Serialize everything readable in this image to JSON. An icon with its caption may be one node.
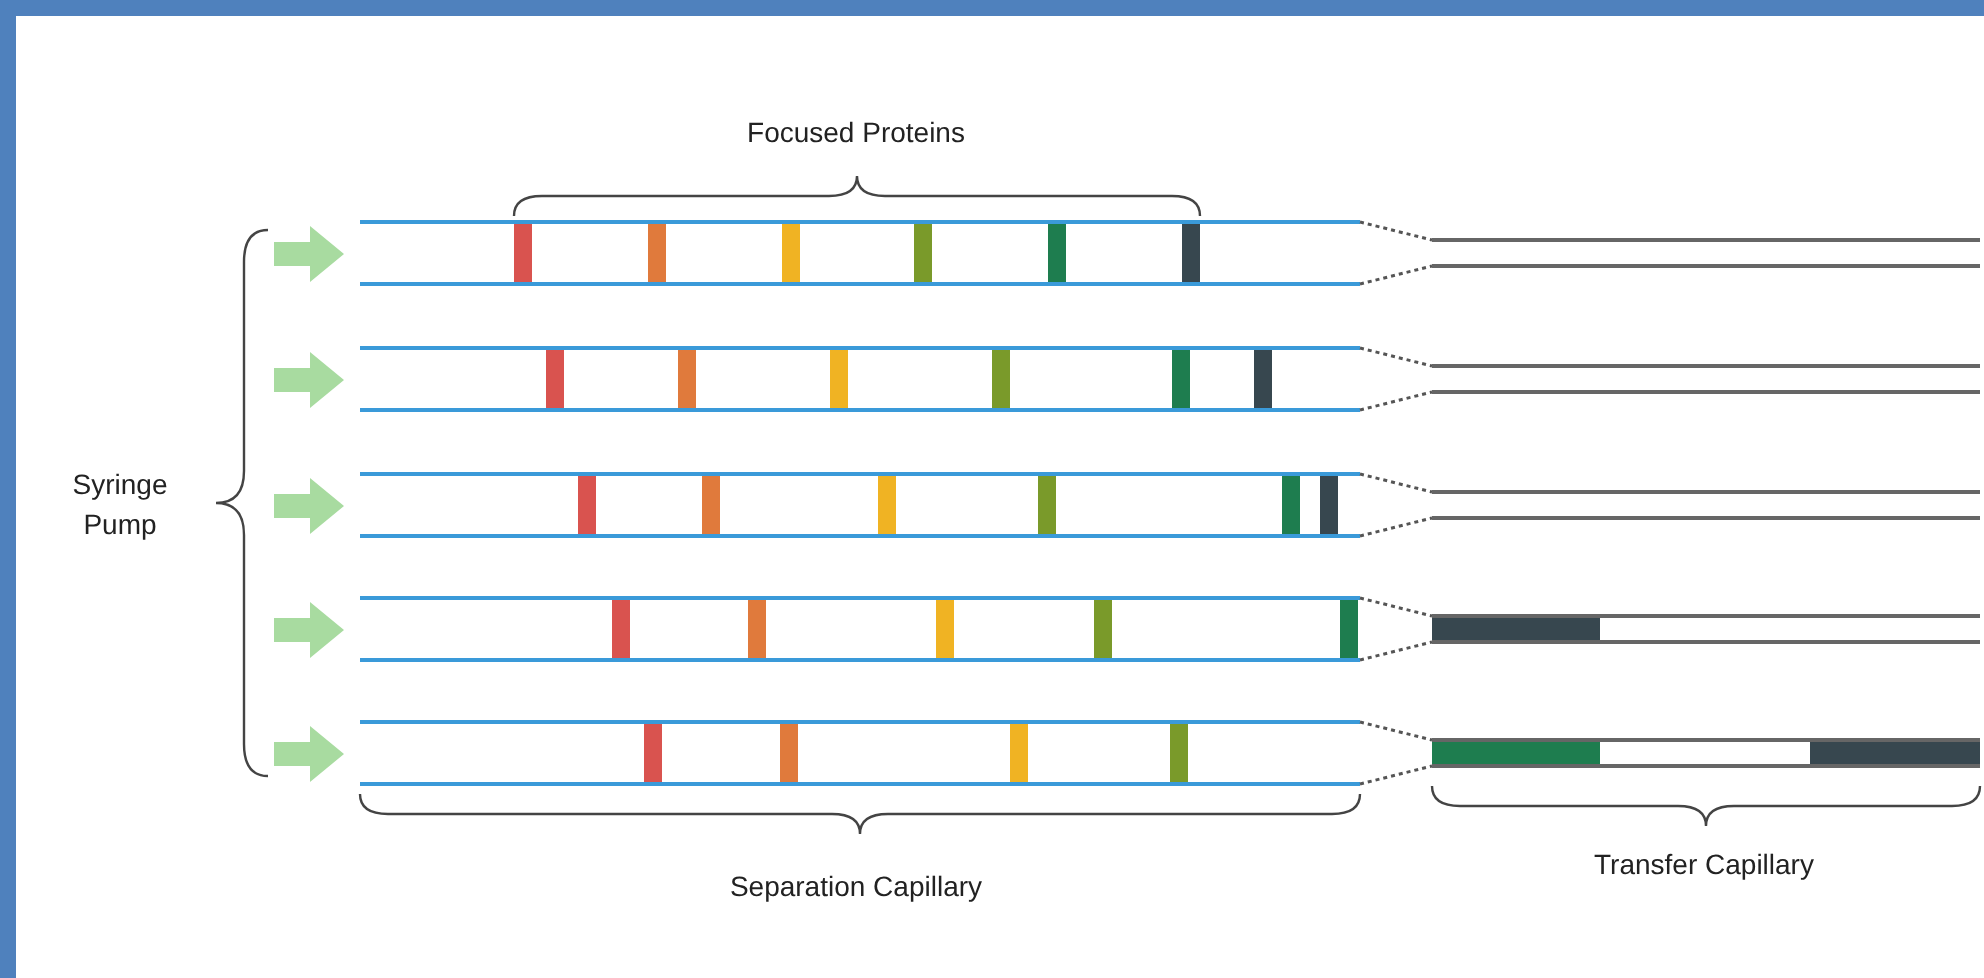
{
  "diagram": {
    "labels": [
      "Focused Proteins",
      "Syringe Pump",
      "Separation Capillary",
      "Transfer Capillary"
    ]
  }
}
